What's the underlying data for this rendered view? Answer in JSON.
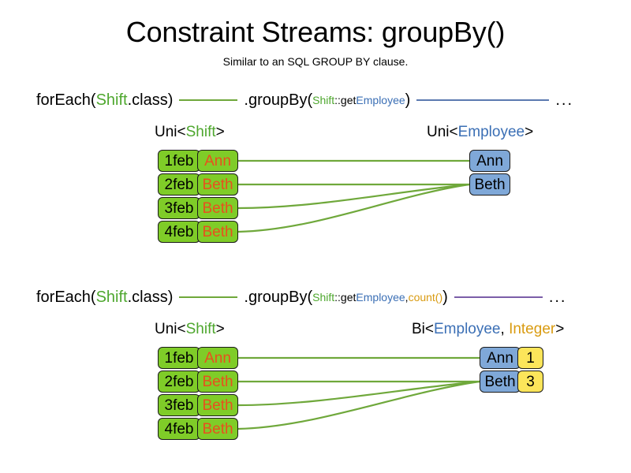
{
  "slide": {
    "title": "Constraint Streams: groupBy()",
    "subtitle": "Similar to an SQL GROUP BY clause."
  },
  "colors": {
    "green_text": "#4EA72E",
    "blue_text": "#3B6FB5",
    "gold_text": "#D99B11",
    "orange_text": "#E8501E",
    "shift_box_fill": "#7FCC28",
    "employee_box_fill": "#7FA8D8",
    "count_box_fill": "#FCE55A",
    "wire_green": "#6FA83B",
    "wire_blue": "#5B79B0",
    "wire_purple": "#7B5EA8",
    "box_border": "#1a1a1a"
  },
  "sections": [
    {
      "id": "groupby-simple",
      "code": {
        "prefix_forEach": "forEach(",
        "prefix_type": "Shift",
        "prefix_suffix": ".class)",
        "method": ".groupBy(",
        "arg_class": "Shift",
        "arg_ref": "::get",
        "arg_prop": "Employee",
        "method_close": ")",
        "ellipsis": "...",
        "connector_left_color": "#6FA83B",
        "connector_right_color": "#5B79B0"
      },
      "left_label": {
        "outer": "Uni<",
        "inner": "Shift",
        "close": ">"
      },
      "right_label": {
        "outer": "Uni<",
        "inner": "Employee",
        "close": ">"
      },
      "left_rows": [
        {
          "date": "1feb",
          "name": "Ann"
        },
        {
          "date": "2feb",
          "name": "Beth"
        },
        {
          "date": "3feb",
          "name": "Beth"
        },
        {
          "date": "4feb",
          "name": "Beth"
        }
      ],
      "right_rows": [
        {
          "name": "Ann"
        },
        {
          "name": "Beth"
        }
      ],
      "mapping": [
        0,
        1,
        1,
        1
      ]
    },
    {
      "id": "groupby-count",
      "code": {
        "prefix_forEach": "forEach(",
        "prefix_type": "Shift",
        "prefix_suffix": ".class)",
        "method": ".groupBy(",
        "arg_class": "Shift",
        "arg_ref": "::get",
        "arg_prop": "Employee",
        "arg_sep": ", ",
        "arg_collector": "count()",
        "method_close": ")",
        "ellipsis": "...",
        "connector_left_color": "#6FA83B",
        "connector_right_color": "#7B5EA8"
      },
      "left_label": {
        "outer": "Uni<",
        "inner": "Shift",
        "close": ">"
      },
      "right_label": {
        "outer": "Bi<",
        "inner": "Employee",
        "sep": ", ",
        "inner2": "Integer",
        "close": ">"
      },
      "left_rows": [
        {
          "date": "1feb",
          "name": "Ann"
        },
        {
          "date": "2feb",
          "name": "Beth"
        },
        {
          "date": "3feb",
          "name": "Beth"
        },
        {
          "date": "4feb",
          "name": "Beth"
        }
      ],
      "right_rows": [
        {
          "name": "Ann",
          "count": "1"
        },
        {
          "name": "Beth",
          "count": "3"
        }
      ],
      "mapping": [
        0,
        1,
        1,
        1
      ]
    }
  ]
}
